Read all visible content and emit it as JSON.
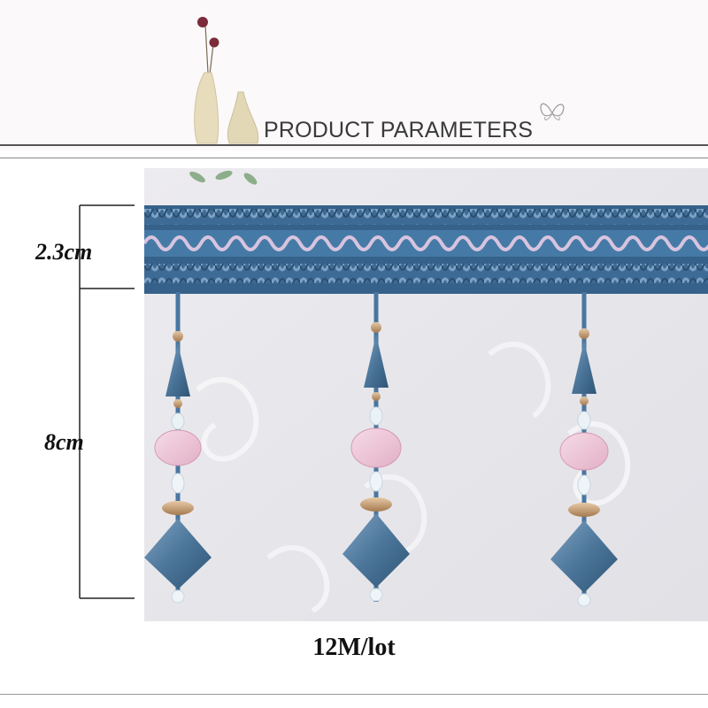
{
  "header": {
    "title": "PRODUCT PARAMETERS"
  },
  "dimensions": {
    "height_top": "2.3cm",
    "height_drop": "8cm"
  },
  "footer": {
    "quantity": "12M/lot"
  },
  "colors": {
    "trim_blue": "#3f6e9a",
    "crystal_blue": "#5b86ab",
    "crystal_pink": "#eec5d6",
    "bead_gold": "#c9a27a",
    "rule": "#555555"
  }
}
